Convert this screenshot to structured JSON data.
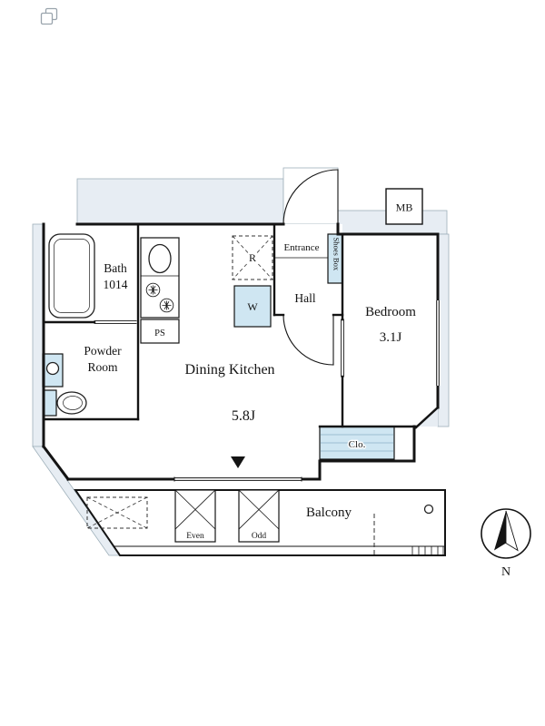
{
  "plan": {
    "rooms": {
      "bath_line1": "Bath",
      "bath_line2": "1014",
      "powder_line1": "Powder",
      "powder_line2": "Room",
      "pipe_space": "PS",
      "dining_kitchen": "Dining Kitchen",
      "dining_kitchen_size": "5.8J",
      "hall": "Hall",
      "entrance": "Entrance",
      "shoes_box": "Shoes Box",
      "bedroom": "Bedroom",
      "bedroom_size": "3.1J",
      "closet": "Clo.",
      "balcony": "Balcony",
      "meter_box": "MB",
      "refrigerator": "R",
      "washer": "W"
    },
    "balcony_markers": {
      "even": "Even",
      "odd": "Odd"
    },
    "compass": {
      "north": "N"
    },
    "colors": {
      "fixture_blue": "#cfe6f2",
      "wall_band_gray": "#e7edf3",
      "outline": "#141414"
    }
  }
}
